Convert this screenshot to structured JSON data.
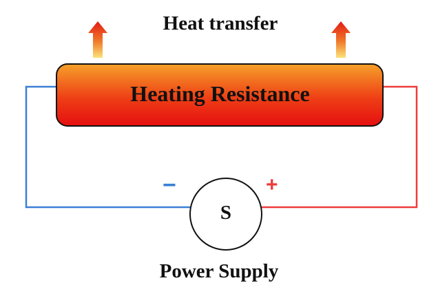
{
  "diagram": {
    "heat_transfer_label": "Heat transfer",
    "resistor_label": "Heating Resistance",
    "source_symbol": "S",
    "source_label": "Power Supply",
    "negative_terminal": "−",
    "positive_terminal": "+"
  },
  "colors": {
    "negative_wire": "#3a7fd5",
    "positive_wire": "#ee3b3b",
    "resistor_top": "#f6a02a",
    "resistor_bottom": "#e81010",
    "arrow_top": "#e21b14",
    "arrow_bottom": "#fbdc6e",
    "outline": "#111111"
  }
}
